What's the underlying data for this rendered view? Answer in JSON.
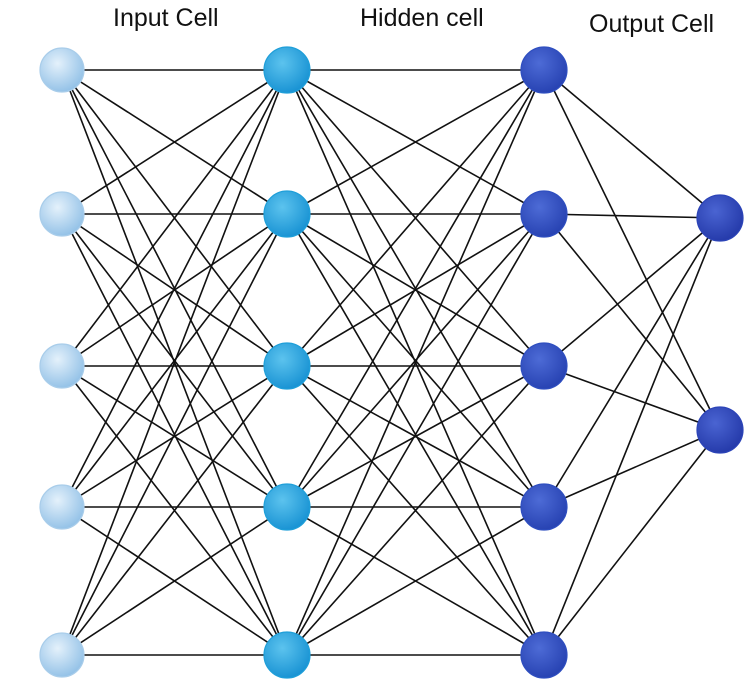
{
  "labels": {
    "input": "Input Cell",
    "hidden": "Hidden cell",
    "output": "Output Cell"
  },
  "layers": [
    {
      "id": "input",
      "node_count": 5,
      "color": "#a9cdea"
    },
    {
      "id": "hidden1",
      "node_count": 5,
      "color": "#1f9fd9"
    },
    {
      "id": "hidden2",
      "node_count": 5,
      "color": "#2f4fc0"
    },
    {
      "id": "output",
      "node_count": 2,
      "color": "#2c44b8"
    }
  ],
  "connectivity": "fully-connected"
}
